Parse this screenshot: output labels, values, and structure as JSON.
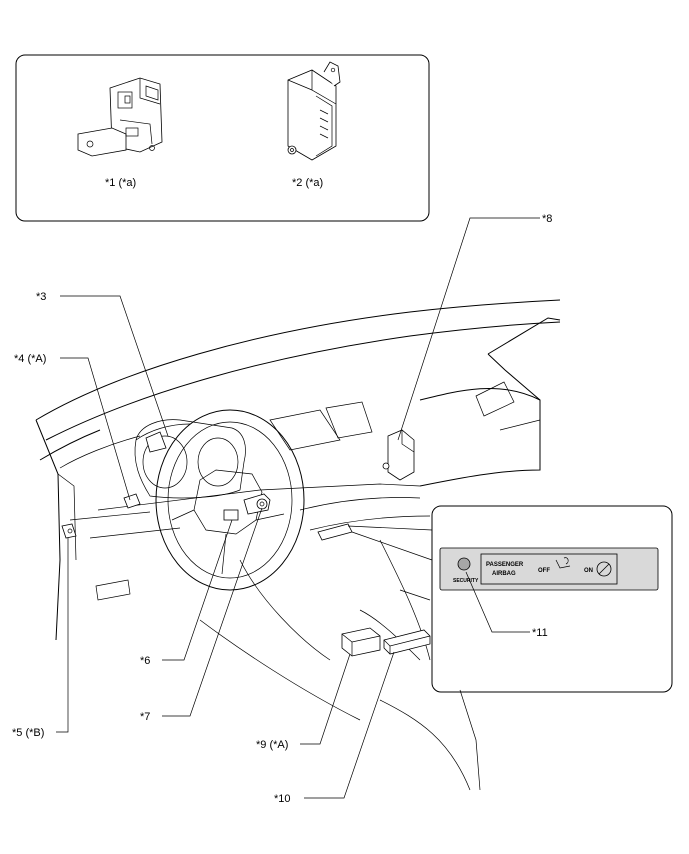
{
  "inset_top": {
    "parts": [
      {
        "label": "*1 (*a)"
      },
      {
        "label": "*2 (*a)"
      }
    ]
  },
  "callouts": {
    "c3": "*3",
    "c4": "*4 (*A)",
    "c5": "*5 (*B)",
    "c6": "*6",
    "c7": "*7",
    "c8": "*8",
    "c9": "*9 (*A)",
    "c10": "*10",
    "c11": "*11"
  },
  "panel": {
    "security": "SECURITY",
    "passenger": "PASSENGER",
    "airbag": "AIRBAG",
    "off": "OFF",
    "on": "ON"
  },
  "colors": {
    "line": "#000000",
    "panel_fill": "#d9d9d9",
    "led_fill": "#a6a6a6"
  }
}
